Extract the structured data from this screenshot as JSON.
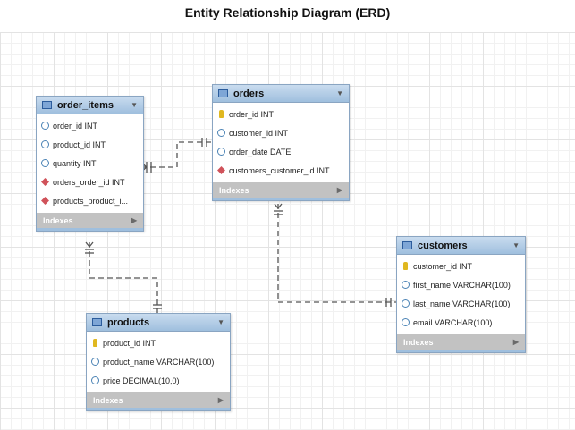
{
  "title": "Entity Relationship Diagram (ERD)",
  "tables": {
    "order_items": {
      "name": "order_items",
      "columns": [
        {
          "text": "order_id INT",
          "key": "attr"
        },
        {
          "text": "product_id INT",
          "key": "attr"
        },
        {
          "text": "quantity INT",
          "key": "attr"
        },
        {
          "text": "orders_order_id INT",
          "key": "fk"
        },
        {
          "text": "products_product_i...",
          "key": "fk"
        }
      ],
      "indexes_label": "Indexes"
    },
    "orders": {
      "name": "orders",
      "columns": [
        {
          "text": "order_id INT",
          "key": "pk"
        },
        {
          "text": "customer_id INT",
          "key": "attr"
        },
        {
          "text": "order_date DATE",
          "key": "attr"
        },
        {
          "text": "customers_customer_id INT",
          "key": "fk"
        }
      ],
      "indexes_label": "Indexes"
    },
    "products": {
      "name": "products",
      "columns": [
        {
          "text": "product_id INT",
          "key": "pk"
        },
        {
          "text": "product_name VARCHAR(100)",
          "key": "attr"
        },
        {
          "text": "price DECIMAL(10,0)",
          "key": "attr"
        }
      ],
      "indexes_label": "Indexes"
    },
    "customers": {
      "name": "customers",
      "columns": [
        {
          "text": "customer_id INT",
          "key": "pk"
        },
        {
          "text": "first_name VARCHAR(100)",
          "key": "attr"
        },
        {
          "text": "last_name VARCHAR(100)",
          "key": "attr"
        },
        {
          "text": "email VARCHAR(100)",
          "key": "attr"
        }
      ],
      "indexes_label": "Indexes"
    }
  },
  "relationships": [
    {
      "from": "order_items",
      "to": "orders",
      "style": "dashed",
      "cardinality": "many-to-one"
    },
    {
      "from": "order_items",
      "to": "products",
      "style": "dashed",
      "cardinality": "many-to-one"
    },
    {
      "from": "orders",
      "to": "customers",
      "style": "dashed",
      "cardinality": "many-to-one"
    }
  ],
  "colors": {
    "header": "#9fbfde",
    "border": "#8aa5c2",
    "indexes_bar": "#c2c2c2",
    "primary_key": "#e0b820",
    "foreign_key": "#d0525a",
    "attribute": "#4b83b5",
    "connector": "#555555"
  }
}
